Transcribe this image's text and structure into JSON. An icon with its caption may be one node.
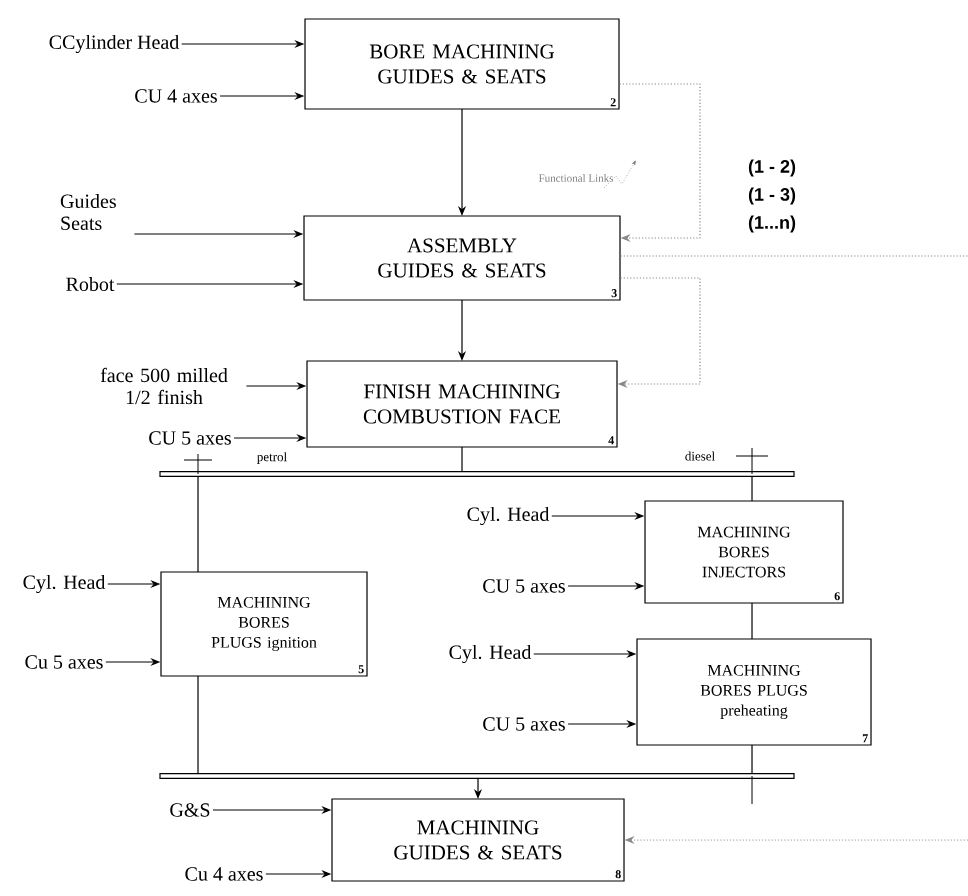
{
  "diagram": {
    "nodes": [
      {
        "text": [
          "BORE MACHINING GUIDES & SEATS",
          "2"
        ]
      },
      {
        "text": [
          "ASSEMBLY GUIDES & SEATS",
          "3"
        ]
      },
      {
        "text": [
          "FINISH MACHINING COMBUSTION FACE",
          "4"
        ]
      },
      {
        "text": [
          "MACHINING BORES PLUGS ignition",
          "5"
        ]
      },
      {
        "text": [
          "MACHINING BORES INJECTORS",
          "6"
        ]
      },
      {
        "text": [
          "MACHINING BORES PLUGS preheating",
          "7"
        ]
      },
      {
        "text": [
          "MACHINING GUIDES & SEATS",
          "8"
        ]
      },
      {
        "text": [
          "CCylinder Head"
        ]
      },
      {
        "text": [
          "CU 4 axes"
        ]
      },
      {
        "text": [
          "Guides Seats"
        ]
      },
      {
        "text": [
          "Robot"
        ]
      },
      {
        "text": [
          "face 500 milled 1/2 finish"
        ]
      },
      {
        "text": [
          "CU 5 axes"
        ]
      },
      {
        "text": [
          "Cyl. Head"
        ]
      },
      {
        "text": [
          "Cu 5 axes"
        ]
      },
      {
        "text": [
          "Cyl. Head"
        ]
      },
      {
        "text": [
          "CU 5 axes"
        ]
      },
      {
        "text": [
          "Cyl. Head"
        ]
      },
      {
        "text": [
          "CU 5 axes"
        ]
      },
      {
        "text": [
          "G&S"
        ]
      },
      {
        "text": [
          "Cu 4 axes"
        ]
      },
      {
        "text": [],
        "shape": "bar"
      },
      {
        "text": [],
        "shape": "bar"
      }
    ],
    "edges": [
      {
        "from": 7,
        "to": 0,
        "arrow": "to"
      },
      {
        "from": 8,
        "to": 0,
        "arrow": "to"
      },
      {
        "from": 0,
        "to": 1,
        "arrow": "to"
      },
      {
        "from": 0,
        "to": 1,
        "arrow": "to",
        "style": "dashed",
        "color": "#888888"
      },
      {
        "from": 9,
        "to": 1,
        "arrow": "to"
      },
      {
        "from": 10,
        "to": 1,
        "arrow": "to"
      },
      {
        "from": 1,
        "to": null,
        "arrow": "none",
        "style": "dashed",
        "color": "#888888"
      },
      {
        "from": 1,
        "to": 2,
        "arrow": "to"
      },
      {
        "from": 1,
        "to": 2,
        "arrow": "to",
        "style": "dashed",
        "color": "#888888"
      },
      {
        "from": 11,
        "to": 2,
        "arrow": "to"
      },
      {
        "from": 12,
        "to": 2,
        "arrow": "to"
      },
      {
        "from": 2,
        "to": 21,
        "arrow": "none"
      },
      {
        "from": 21,
        "to": 3,
        "arrow": "none"
      },
      {
        "from": 21,
        "to": 4,
        "arrow": "none"
      },
      {
        "from": 13,
        "to": 3,
        "arrow": "to"
      },
      {
        "from": 14,
        "to": 3,
        "arrow": "to"
      },
      {
        "from": 15,
        "to": 4,
        "arrow": "to"
      },
      {
        "from": 16,
        "to": 4,
        "arrow": "to"
      },
      {
        "from": 4,
        "to": 5,
        "arrow": "none"
      },
      {
        "from": 17,
        "to": 5,
        "arrow": "to"
      },
      {
        "from": 18,
        "to": 5,
        "arrow": "to"
      },
      {
        "from": 3,
        "to": 22,
        "arrow": "none"
      },
      {
        "from": 5,
        "to": 22,
        "arrow": "none"
      },
      {
        "from": 22,
        "to": 6,
        "arrow": "to"
      },
      {
        "from": 19,
        "to": 6,
        "arrow": "to"
      },
      {
        "from": 20,
        "to": 6,
        "arrow": "to"
      },
      {
        "from": null,
        "to": 6,
        "arrow": "to",
        "style": "dashed",
        "color": "#888888"
      }
    ],
    "labels": [
      "Functional Links",
      "(1 - 2)",
      "(1 - 3)",
      "(1...n)",
      "petrol",
      "diesel"
    ]
  }
}
